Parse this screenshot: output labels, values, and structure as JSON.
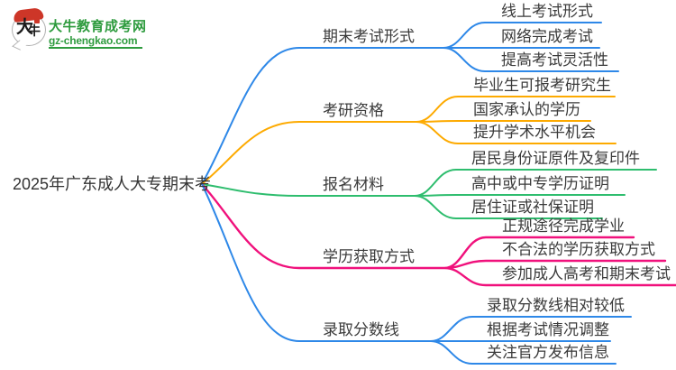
{
  "page": {
    "background": "#ffffff",
    "text_color": "#3b3b3b"
  },
  "logo": {
    "icon_char_large": "大",
    "icon_char_small": "牛",
    "site_name": "大牛教育成考网",
    "site_domain": "gz-chengkao.com",
    "brand_green": "#2e9b3e",
    "seal_red": "#cd3628"
  },
  "mindmap": {
    "root": {
      "label": "2025年广东成人大专期末考"
    },
    "branches": [
      {
        "label": "期末考试形式",
        "color": "#2e88e8",
        "children": [
          {
            "label": "线上考试形式"
          },
          {
            "label": "网络完成考试"
          },
          {
            "label": "提高考试灵活性"
          }
        ]
      },
      {
        "label": "考研资格",
        "color": "#fdaa00",
        "children": [
          {
            "label": "毕业生可报考研究生"
          },
          {
            "label": "国家承认的学历"
          },
          {
            "label": "提升学术水平机会"
          }
        ]
      },
      {
        "label": "报名材料",
        "color": "#2ebd6e",
        "children": [
          {
            "label": "居民身份证原件及复印件"
          },
          {
            "label": "高中或中专学历证明"
          },
          {
            "label": "居住证或社保证明"
          }
        ]
      },
      {
        "label": "学历获取方式",
        "color": "#f0117c",
        "children": [
          {
            "label": "正规途径完成学业"
          },
          {
            "label": "不合法的学历获取方式"
          },
          {
            "label": "参加成人高考和期末考试"
          }
        ]
      },
      {
        "label": "录取分数线",
        "color": "#2e88e8",
        "children": [
          {
            "label": "录取分数线相对较低"
          },
          {
            "label": "根据考试情况调整"
          },
          {
            "label": "关注官方发布信息"
          }
        ]
      }
    ]
  }
}
